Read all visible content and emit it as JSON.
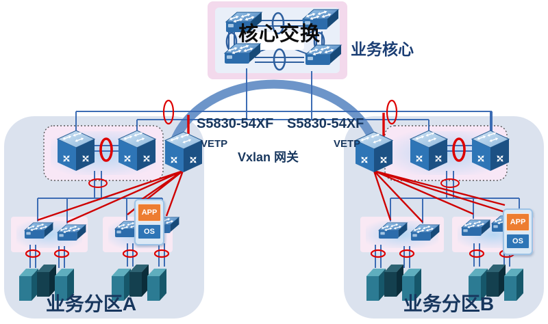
{
  "diagram": {
    "core": {
      "title": "核心交换",
      "side_label": "业务核心"
    },
    "gateway": {
      "model_left": "S5830-54XF",
      "model_right": "S5830-54XF",
      "vetp_left": "VETP",
      "vetp_right": "VETP",
      "vxlan_label": "Vxlan 网关"
    },
    "partition_a": {
      "label": "业务分区A"
    },
    "partition_b": {
      "label": "业务分区B"
    },
    "app_card": {
      "app_label": "APP",
      "os_label": "OS"
    },
    "colors": {
      "label_navy": "#17365d",
      "link_blue": "#3c6cb4",
      "arc_blue": "#6d95c9",
      "alarm_red": "#d40000",
      "partition_bg": "#dbe2ee",
      "glow_pink": "#f3d9ec",
      "app_orange": "#ed7d31",
      "os_blue": "#2e75b6",
      "server_teal": "#2c7b93",
      "server_dark": "#14404f"
    }
  }
}
